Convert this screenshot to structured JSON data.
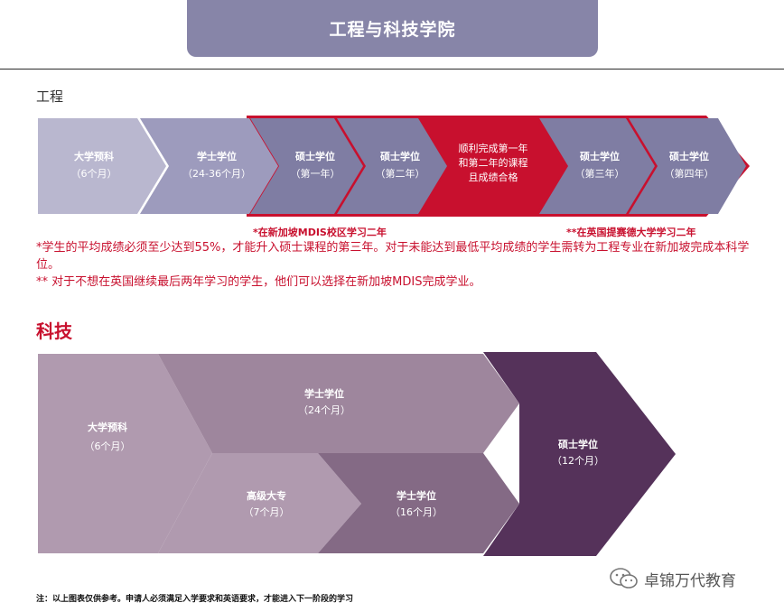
{
  "header": {
    "title": "工程与科技学院"
  },
  "engineering": {
    "title": "工程",
    "steps": [
      {
        "lines": [
          "大学预科",
          "（6个月）"
        ]
      },
      {
        "lines": [
          "学士学位",
          "（24-36个月）"
        ]
      },
      {
        "lines": [
          "硕士学位",
          "（第一年）"
        ]
      },
      {
        "lines": [
          "硕士学位",
          "（第二年）"
        ]
      },
      {
        "lines": [
          "顺利完成第一年",
          "和第二年的课程",
          "且成绩合格"
        ]
      },
      {
        "lines": [
          "硕士学位",
          "（第三年）"
        ]
      },
      {
        "lines": [
          "硕士学位",
          "（第四年）"
        ]
      }
    ],
    "caption_singapore": "*在新加坡MDIS校区学习二年",
    "caption_uk": "**在英国提赛德大学学习二年",
    "note1": "*学生的平均成绩必须至少达到55%，才能升入硕士课程的第三年。对于未能达到最低平均成绩的学生需转为工程专业在新加坡完成本科学位。",
    "note2": "** 对于不想在英国继续最后两年学习的学生，他们可以选择在新加坡MDIS完成学业。"
  },
  "science": {
    "title": "科技",
    "foundation": {
      "name": "大学预科",
      "duration": "（6个月）"
    },
    "bachelor_direct": {
      "name": "学士学位",
      "duration": "（24个月）"
    },
    "diploma": {
      "name": "高级大专",
      "duration": "（7个月）"
    },
    "bachelor_top": {
      "name": "学士学位",
      "duration": "（16个月）"
    },
    "master": {
      "name": "硕士学位",
      "duration": "（12个月）"
    }
  },
  "footer": {
    "note": "注：以上图表仅供参考。申请人必须满足入学要求和英语要求，才能进入下一阶段的学习"
  },
  "watermark": {
    "text": "卓锦万代教育"
  },
  "colors": {
    "header": "#8785a8",
    "red": "#c8102e",
    "eng_light": "#b9b7cf",
    "eng_mid": "#9d9bbd",
    "eng_dark": "#7f7da3",
    "sci_light": "#b09aaf",
    "sci_mid": "#9e869d",
    "sci_dark": "#846a85",
    "sci_master": "#55325a"
  }
}
